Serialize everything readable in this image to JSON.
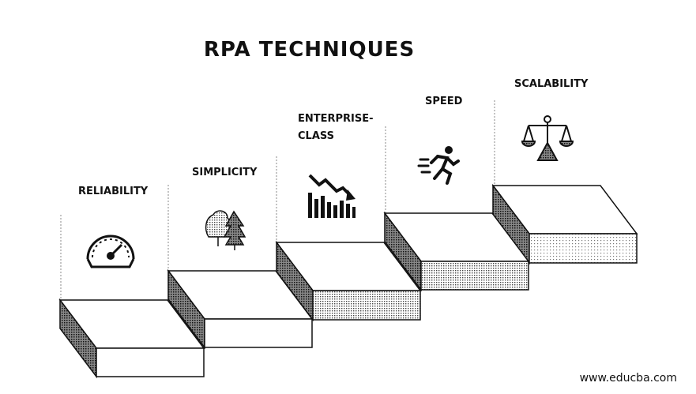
{
  "title": "RPA TECHNIQUES",
  "steps": [
    {
      "label": "RELIABILITY",
      "icon": "speedometer-icon"
    },
    {
      "label": "SIMPLICITY",
      "icon": "trees-icon"
    },
    {
      "label": "ENTERPRISE-\nCLASS",
      "icon": "declining-bar-chart-icon"
    },
    {
      "label": "SPEED",
      "icon": "running-person-icon"
    },
    {
      "label": "SCALABILITY",
      "icon": "balance-scale-icon"
    }
  ],
  "footer": "www.educba.com",
  "colors": {
    "outline": "#111111",
    "fill": "#ffffff",
    "shade": "#9a9a9a"
  }
}
